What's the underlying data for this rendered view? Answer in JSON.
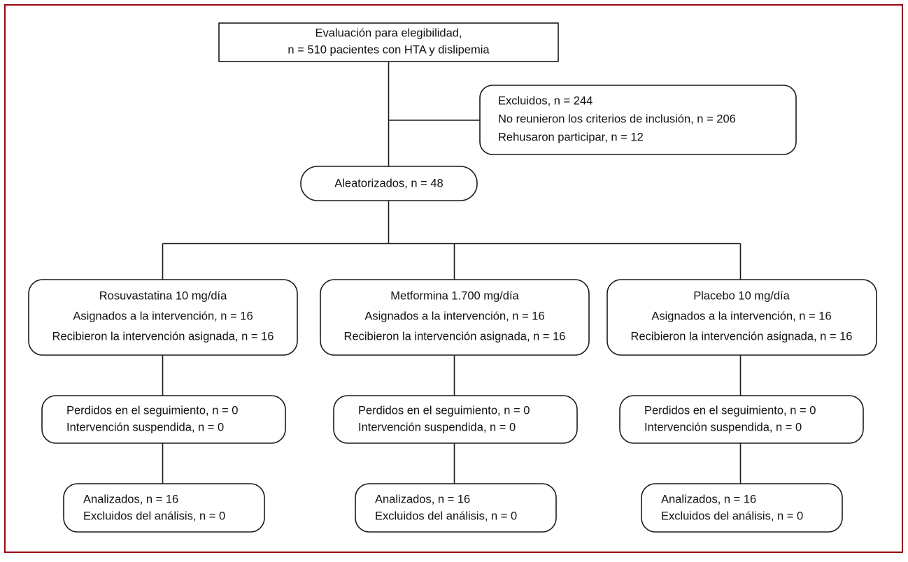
{
  "figure": {
    "type": "consort-flow-diagram",
    "language": "es",
    "frame_color": "#9a0511",
    "line_color": "#1a1a1a",
    "box_fill": "#ffffff"
  },
  "nodes": {
    "eligibility": {
      "id": "eligibility",
      "shape": "rect",
      "align": "center",
      "lines": [
        "Evaluación para elegibilidad,",
        "n = 510 pacientes con HTA y dislipemia"
      ]
    },
    "excluded": {
      "id": "excluded",
      "shape": "rounded",
      "align": "left",
      "lines": [
        "Excluidos, n = 244",
        "No reunieron los criterios de inclusión, n = 206",
        "Rehusaron participar, n = 12"
      ]
    },
    "randomized": {
      "id": "randomized",
      "shape": "pill",
      "align": "center",
      "lines": [
        "Aleatorizados, n = 48"
      ]
    },
    "arm_left_alloc": {
      "id": "arm-left-allocation",
      "shape": "rounded",
      "align": "center",
      "lines": [
        "Rosuvastatina 10 mg/día",
        "Asignados a la intervención, n = 16",
        "Recibieron la intervención asignada, n = 16"
      ]
    },
    "arm_mid_alloc": {
      "id": "arm-middle-allocation",
      "shape": "rounded",
      "align": "center",
      "lines": [
        "Metformina 1.700 mg/día",
        "Asignados a la intervención, n = 16",
        "Recibieron la intervención asignada, n = 16"
      ]
    },
    "arm_right_alloc": {
      "id": "arm-right-allocation",
      "shape": "rounded",
      "align": "center",
      "lines": [
        "Placebo 10 mg/día",
        "Asignados a la intervención, n = 16",
        "Recibieron la intervención asignada, n = 16"
      ]
    },
    "arm_left_followup": {
      "id": "arm-left-followup",
      "shape": "rounded",
      "align": "left",
      "lines": [
        "Perdidos en el seguimiento, n = 0",
        "Intervención suspendida, n = 0"
      ]
    },
    "arm_mid_followup": {
      "id": "arm-middle-followup",
      "shape": "rounded",
      "align": "left",
      "lines": [
        "Perdidos en el seguimiento, n = 0",
        "Intervención suspendida, n = 0"
      ]
    },
    "arm_right_followup": {
      "id": "arm-right-followup",
      "shape": "rounded",
      "align": "left",
      "lines": [
        "Perdidos en el seguimiento, n = 0",
        "Intervención suspendida, n = 0"
      ]
    },
    "arm_left_analysis": {
      "id": "arm-left-analysis",
      "shape": "rounded",
      "align": "left",
      "lines": [
        "Analizados, n = 16",
        "Excluidos del análisis, n = 0"
      ]
    },
    "arm_mid_analysis": {
      "id": "arm-middle-analysis",
      "shape": "rounded",
      "align": "left",
      "lines": [
        "Analizados, n = 16",
        "Excluidos del análisis, n = 0"
      ]
    },
    "arm_right_analysis": {
      "id": "arm-right-analysis",
      "shape": "rounded",
      "align": "left",
      "lines": [
        "Analizados, n = 16",
        "Excluidos del análisis, n = 0"
      ]
    }
  }
}
